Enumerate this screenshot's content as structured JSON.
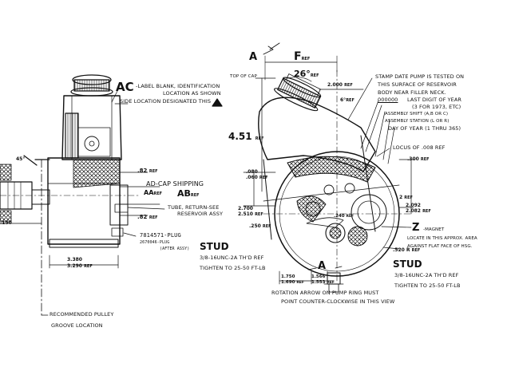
{
  "labels": {
    "ac_code": "AC",
    "ac_text_1": "-LABEL BLANK, IDENTIFICATION",
    "ac_text_2": "LOCATION AS SHOWN",
    "ac_text_3": "SIDE LOCATION DESIGNATED THIS",
    "ad_text": "AD-CAP SHIPPING",
    "aa_code": "AA",
    "aa_ref": "REF",
    "ab_code": "AB",
    "ab_ref": "REF",
    "tube_text_1": "TUBE, RETURN-SEE",
    "tube_text_2": "RESERVOIR ASSY",
    "plug_text_1": "7814571-PLUG",
    "plug_text_2": "2670046-PLUG",
    "plug_text_3": "(AFTER ASSY)",
    "stud_title_left": "STUD",
    "stud_spec_left": "3/8-16UNC-2A TH'D REF",
    "stud_torque_left": "TIGHTEN TO 25-50 FT-LB",
    "stud_title_right": "STUD",
    "stud_spec_right": "3/8-16UNC-2A TH'D REF",
    "stud_torque_right": "TIGHTEN TO 25-50 FT-LB",
    "pulley_1": "RECOMMENDED PULLEY",
    "pulley_2": "GROOVE LOCATION",
    "top_of_cap": "TOP OF CAP",
    "section_a_top": "A",
    "section_f": "F",
    "section_f_ref": "REF",
    "angle_26": "26°",
    "angle_26_ref": "REF",
    "stamp_1": "STAMP DATE PUMP IS TESTED ON",
    "stamp_2": "THIS SURFACE OF RESERVOIR",
    "stamp_3": "BODY NEAR FILLER NECK.",
    "stamp_code": "000000",
    "stamp_4": "LAST DIGIT OF YEAR",
    "stamp_5": "(3 FOR 1973, ETC)",
    "stamp_6": "ASSEMBLY SHIFT (A,B OR C)",
    "stamp_7": "ASSEMBLY STATION (L OR R)",
    "stamp_8": "DAY OF YEAR (1 THRU 365)",
    "locus": "LOCUS OF .008 REF",
    "dim_451": "4.51",
    "dim_451_ref": "REF",
    "magnet_code": "Z",
    "magnet_1": "-MAGNET",
    "magnet_2": "LOCATE IN THIS APPROX. AREA",
    "magnet_3": "AGAINST FLAT FACE OF HSG.",
    "rotation_1": "ROTATION ARROW ON PUMP RING MUST",
    "rotation_2": "POINT COUNTER-CLOCKWISE IN THIS VIEW",
    "section_a_bottom": "A",
    "dim_82_upper": ".82",
    "dim_82_upper_ref": "REF",
    "dim_82_lower": ".82",
    "dim_82_lower_ref": "REF",
    "dim_150": ".150",
    "dim_45": "45°",
    "dim_3380": "3.380",
    "dim_3290": "3.290",
    "dim_3380_ref": "REF",
    "dim_2000": "2.000",
    "dim_2000_ref": "REF",
    "dim_6": "6°",
    "dim_6_ref": "REF",
    "dim_300": ".300",
    "dim_300_ref": "REF",
    "dim_080": ".080",
    "dim_060": ".060",
    "dim_ref_a": "REF",
    "dim_2_ref": "2",
    "dim_2_ref_r": "REF",
    "dim_2700": "2.700",
    "dim_2510": "2.510",
    "dim_ref_b": "REF",
    "dim_2092": "2.092",
    "dim_2082": "2.082",
    "dim_ref_c": "REF",
    "dim_250": ".250",
    "dim_250_ref": "REF",
    "dim_240": ".240",
    "dim_240_ref": "REF",
    "dim_520": ".520 R",
    "dim_520_ref": "REF",
    "dim_1750": "1.750",
    "dim_1690": "1.690",
    "dim_1566": "1.566",
    "dim_1553": "1.553",
    "dim_ref_d": "REF",
    "dim_ref_e": "REF"
  }
}
